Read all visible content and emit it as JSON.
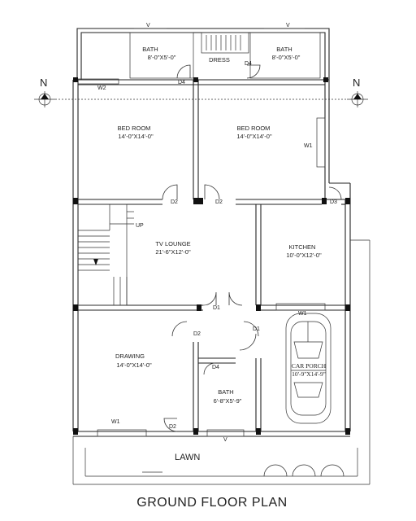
{
  "plan": {
    "title": "GROUND FLOOR PLAN",
    "north_label": "N",
    "lawn_label": "LAWN",
    "rooms": {
      "bath1": {
        "name": "BATH",
        "size": "8'-0\"X5'-0\""
      },
      "dress": {
        "name": "DRESS"
      },
      "bath2": {
        "name": "BATH",
        "size": "8'-0\"X5'-0\""
      },
      "bedroom1": {
        "name": "BED ROOM",
        "size": "14'-0\"X14'-0\""
      },
      "bedroom2": {
        "name": "BED ROOM",
        "size": "14'-0\"X14'-0\""
      },
      "tv": {
        "name": "TV LOUNGE",
        "size": "21'-6\"X12'-0\""
      },
      "kitchen": {
        "name": "KITCHEN",
        "size": "10'-0\"X12'-0\""
      },
      "drawing": {
        "name": "DRAWING",
        "size": "14'-0\"X14'-0\""
      },
      "bath3": {
        "name": "BATH",
        "size": "6'-8\"X5'-9\""
      },
      "porch": {
        "name": "CAR PORCH",
        "size": "10'-9\"X14'-9\""
      }
    },
    "stair_label": "UP",
    "tags": {
      "v": "V",
      "w1": "W1",
      "w2": "W2",
      "d1": "D1",
      "d2": "D2",
      "d3": "D3",
      "d4": "D4"
    }
  }
}
